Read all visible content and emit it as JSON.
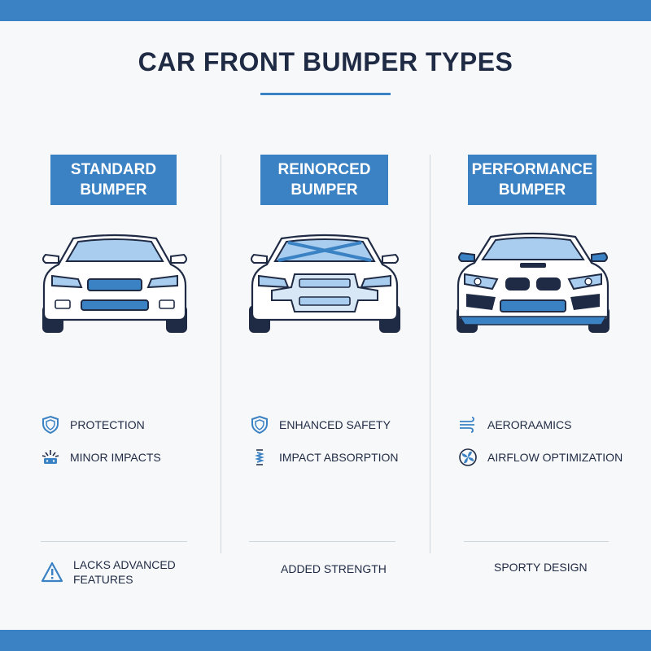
{
  "title": "CAR FRONT BUMPER TYPES",
  "columns": [
    {
      "badge": "STANDARD\nBUMPER",
      "features": [
        {
          "icon": "shield-icon",
          "label": "PROTECTION"
        },
        {
          "icon": "impact-icon",
          "label": "MINOR IMPACTS"
        }
      ],
      "footnote": {
        "icon": "warning-icon",
        "text": "LACKS ADVANCED\nFEATURES"
      }
    },
    {
      "badge": "REINORCED\nBUMPER",
      "features": [
        {
          "icon": "shield-icon",
          "label": "ENHANCED SAFETY"
        },
        {
          "icon": "spring-icon",
          "label": "IMPACT ABSORPTION"
        }
      ],
      "footnote": {
        "text": "ADDED STRENGTH"
      }
    },
    {
      "badge": "PERFORMANCE\nBUMPER",
      "features": [
        {
          "icon": "wind-icon",
          "label": "AERORAAMICS"
        },
        {
          "icon": "fan-icon",
          "label": "AIRFLOW OPTIMIZATION"
        }
      ],
      "footnote": {
        "text": "SPORTY DESIGN"
      }
    }
  ],
  "colors": {
    "accent": "#3b82c4",
    "navy": "#1f2a44",
    "light_blue": "#a9cdee"
  }
}
